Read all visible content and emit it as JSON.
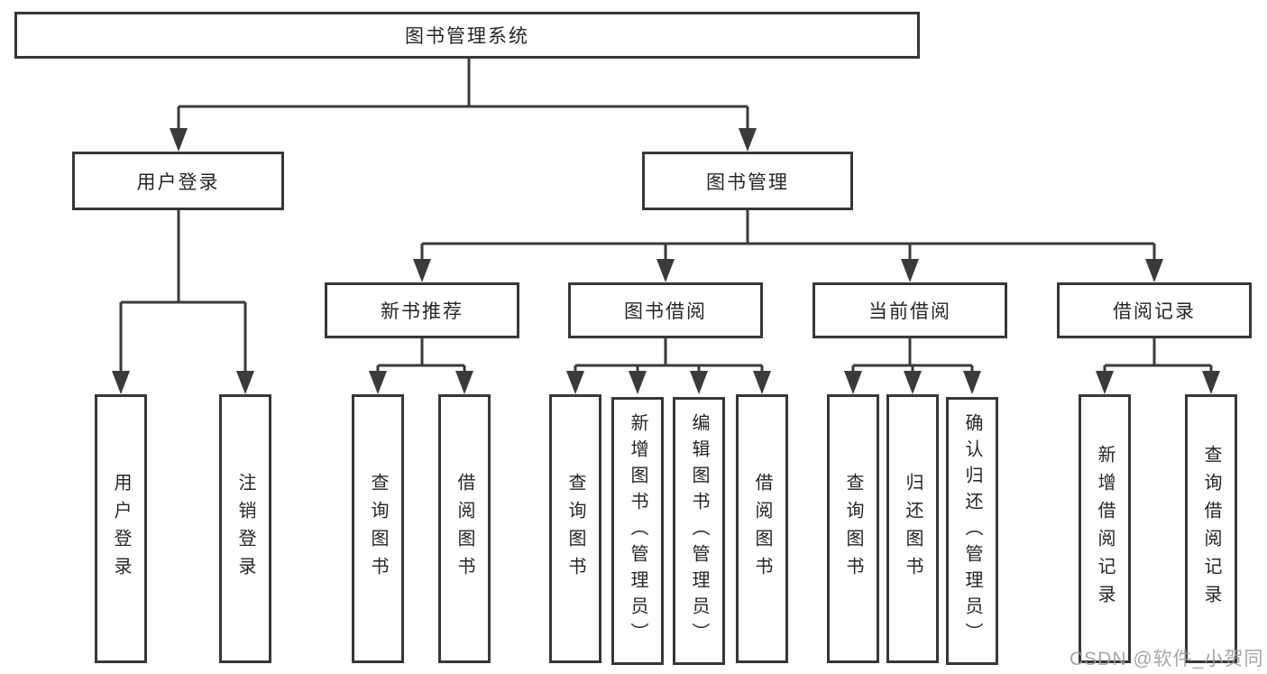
{
  "tree": {
    "root": {
      "label": "图书管理系统"
    },
    "branches": [
      {
        "label": "用户登录",
        "children": [
          "用户登录",
          "注销登录"
        ]
      },
      {
        "label": "图书管理",
        "sections": [
          {
            "label": "新书推荐",
            "children": [
              "查询图书",
              "借阅图书"
            ]
          },
          {
            "label": "图书借阅",
            "children": [
              "查询图书",
              "新增图书（管理员）",
              "编辑图书（管理员）",
              "借阅图书"
            ]
          },
          {
            "label": "当前借阅",
            "children": [
              "查询图书",
              "归还图书",
              "确认归还（管理员）"
            ]
          },
          {
            "label": "借阅记录",
            "children": [
              "新增借阅记录",
              "查询借阅记录"
            ]
          }
        ]
      }
    ]
  },
  "watermark": "CSDN @软件_小贺同学",
  "colors": {
    "line": "#3a3a3a",
    "box_border": "#373737",
    "text": "#262626",
    "watermark": "#9e9e9e",
    "background": "#ffffff"
  }
}
